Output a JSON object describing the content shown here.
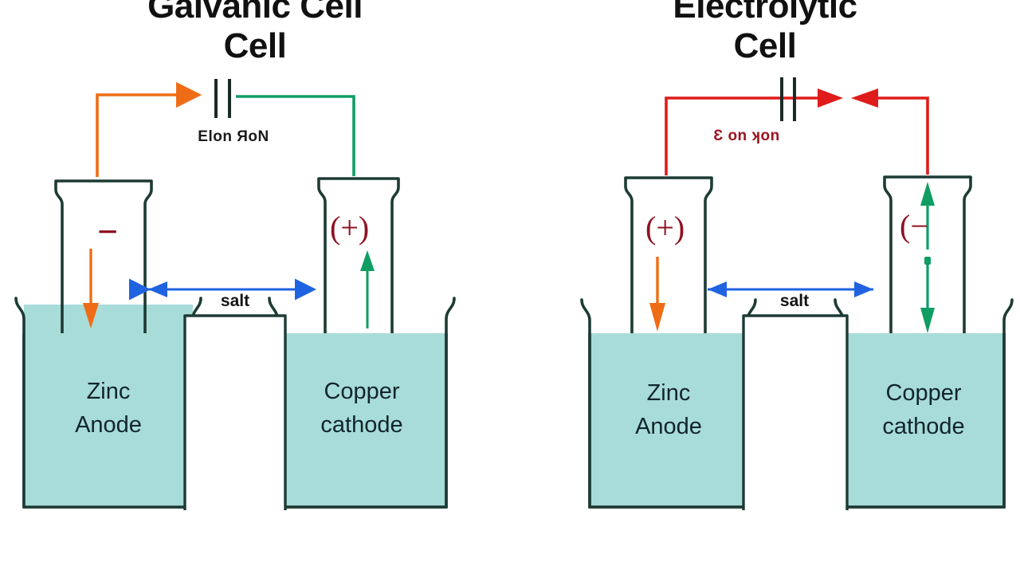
{
  "diagram": {
    "background_color": "#ffffff",
    "glass_color": "#1d3b35",
    "solution_color": "#a8dcd9",
    "orange_color": "#ef6c16",
    "green_color": "#0f9d63",
    "red_color": "#e01b1b",
    "dark_red_color": "#8d1222",
    "blue_color": "#1f63e0",
    "text_color": "#11252b"
  },
  "panels": [
    {
      "id": "galvanic",
      "title_line1": "Galvanic Cell",
      "title_line2": "Cell",
      "flow_label": "Elon ЯoN",
      "flow_label_color": "#1a1a1a",
      "wire_color_left": "#ef6c16",
      "wire_color_right": "#0f9d63",
      "battery_symbol": "||",
      "left_electrode": {
        "charge": "−",
        "arrow_direction": "down",
        "arrow_color": "#ef6c16",
        "label_line1": "Zinc",
        "label_line2": "Anode"
      },
      "right_electrode": {
        "charge": "(+)",
        "arrow_direction": "up",
        "arrow_color": "#0f9d63",
        "label_line1": "Copper",
        "label_line2": "cathode"
      },
      "salt_bridge_label": "salt",
      "salt_arrow_color": "#1f63e0",
      "current_arrows": [
        "right",
        "none"
      ]
    },
    {
      "id": "electrolytic",
      "title_line1": "Electrolytic",
      "title_line2": "Cell",
      "flow_label": "Ɛ on ʞon",
      "flow_label_color": "#9c1420",
      "wire_color_left": "#e01b1b",
      "wire_color_right": "#e01b1b",
      "battery_symbol": "||",
      "left_electrode": {
        "charge": "(+)",
        "arrow_direction": "down",
        "arrow_color": "#ef6c16",
        "label_line1": "Zinc",
        "label_line2": "Anode"
      },
      "right_electrode": {
        "charge": "(−",
        "arrow_direction": "up-and-down",
        "arrow_color": "#0f9d63",
        "label_line1": "Copper",
        "label_line2": "cathode"
      },
      "salt_bridge_label": "salt",
      "salt_arrow_color": "#1f63e0",
      "current_arrows": [
        "right",
        "left"
      ]
    }
  ]
}
